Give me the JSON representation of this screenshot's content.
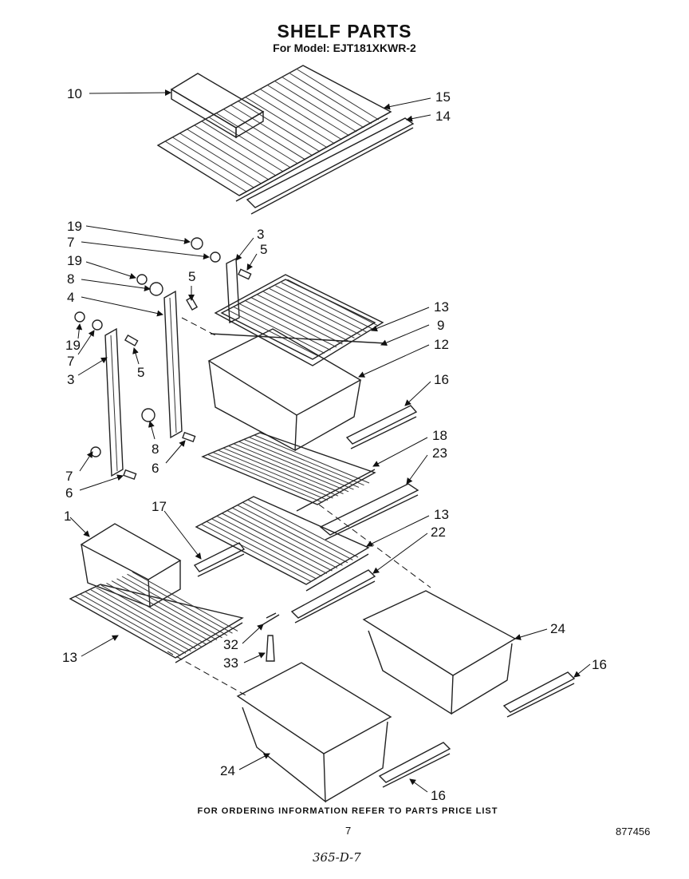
{
  "title": "SHELF PARTS",
  "subtitle": "For Model: EJT181XKWR-2",
  "footer": {
    "note": "FOR ORDERING INFORMATION REFER TO PARTS PRICE LIST",
    "page": "7",
    "doc_number": "877456",
    "handwritten": "365-D-7"
  },
  "callouts": [
    "10",
    "15",
    "14",
    "19",
    "7",
    "19",
    "8",
    "4",
    "19",
    "7",
    "3",
    "3",
    "5",
    "5",
    "5",
    "8",
    "6",
    "7",
    "6",
    "13",
    "9",
    "12",
    "16",
    "18",
    "23",
    "13",
    "22",
    "1",
    "17",
    "13",
    "24",
    "32",
    "33",
    "16",
    "24",
    "16"
  ]
}
